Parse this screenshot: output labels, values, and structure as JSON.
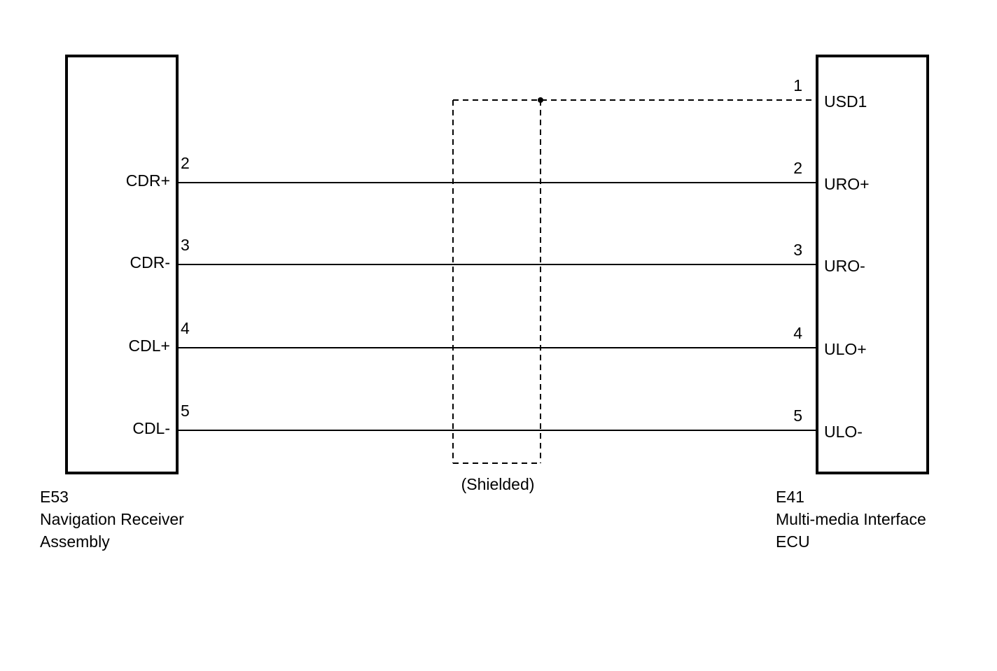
{
  "colors": {
    "line": "#000000",
    "background": "#ffffff"
  },
  "shield": {
    "label": "(Shielded)"
  },
  "left_connector": {
    "code": "E53",
    "name_line1": "Navigation Receiver",
    "name_line2": "Assembly",
    "pins": [
      {
        "number": "2",
        "label": "CDR+"
      },
      {
        "number": "3",
        "label": "CDR-"
      },
      {
        "number": "4",
        "label": "CDL+"
      },
      {
        "number": "5",
        "label": "CDL-"
      }
    ]
  },
  "right_connector": {
    "code": "E41",
    "name_line1": "Multi-media Interface",
    "name_line2": "ECU",
    "pins": [
      {
        "number": "1",
        "label": "USD1"
      },
      {
        "number": "2",
        "label": "URO+"
      },
      {
        "number": "3",
        "label": "URO-"
      },
      {
        "number": "4",
        "label": "ULO+"
      },
      {
        "number": "5",
        "label": "ULO-"
      }
    ]
  }
}
